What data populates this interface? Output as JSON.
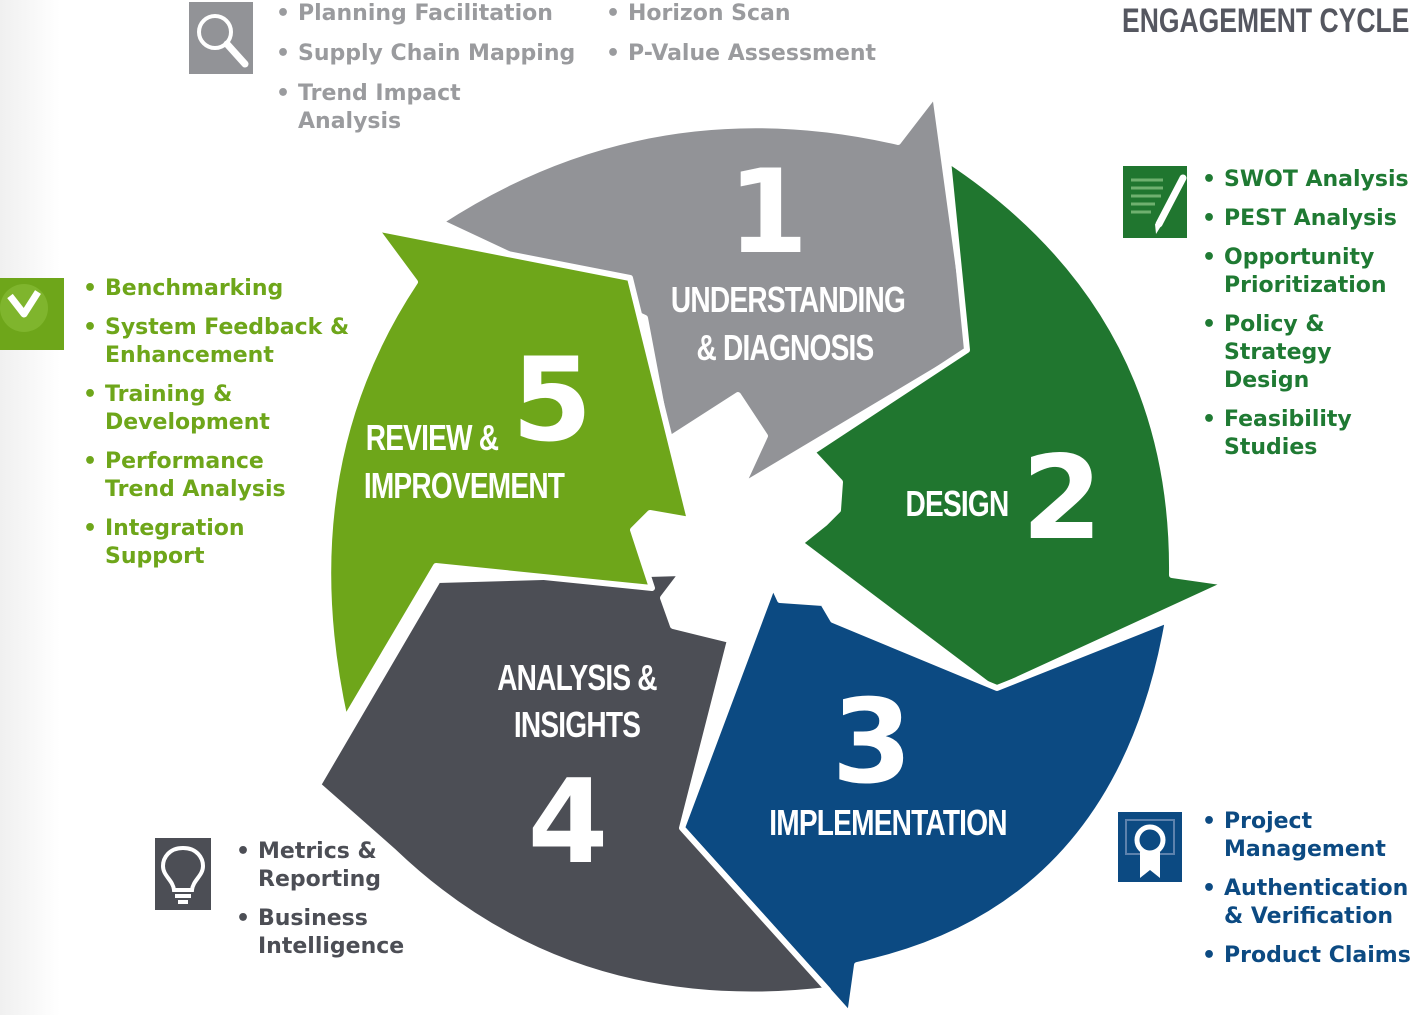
{
  "title": "ENGAGEMENT CYCLE",
  "colors": {
    "stage1": "#929397",
    "stage2": "#20762f",
    "stage3": "#0c4a82",
    "stage4": "#4c4e55",
    "stage5": "#6ea61a",
    "text_gray": "#9a9b9e",
    "text_green": "#1f7a33",
    "text_lime": "#6ea61a",
    "text_blue": "#0c4a82",
    "text_dark": "#4c4e55"
  },
  "stages": [
    {
      "number": "1",
      "label_lines": [
        "UNDERSTANDING",
        "& DIAGNOSIS"
      ]
    },
    {
      "number": "2",
      "label_lines": [
        "DESIGN"
      ]
    },
    {
      "number": "3",
      "label_lines": [
        "IMPLEMENTATION"
      ]
    },
    {
      "number": "4",
      "label_lines": [
        "ANALYSIS &",
        "INSIGHTS"
      ]
    },
    {
      "number": "5",
      "label_lines": [
        "REVIEW &",
        "IMPROVEMENT"
      ]
    }
  ],
  "lists": {
    "stage1_col1": {
      "icon": "magnifier-icon",
      "items": [
        "Planning Facilitation",
        "Supply Chain Mapping",
        "Trend Impact\nAnalysis"
      ]
    },
    "stage1_col2": {
      "items": [
        "Horizon Scan",
        "P-Value Assessment"
      ]
    },
    "stage2": {
      "icon": "document-pen-icon",
      "items": [
        "SWOT Analysis",
        "PEST Analysis",
        "Opportunity\nPrioritization",
        "Policy &\nStrategy Design",
        "Feasibility\nStudies"
      ]
    },
    "stage3": {
      "icon": "certificate-icon",
      "items": [
        "Project\nManagement",
        "Authentication\n& Verification",
        "Product Claims"
      ]
    },
    "stage4": {
      "icon": "lightbulb-icon",
      "items": [
        "Metrics &\nReporting",
        "Business\nIntelligence"
      ]
    },
    "stage5": {
      "icon": "checkmark-icon",
      "items": [
        "Benchmarking",
        "System Feedback &\nEnhancement",
        "Training &\nDevelopment",
        "Performance\nTrend Analysis",
        "Integration\nSupport"
      ]
    }
  }
}
